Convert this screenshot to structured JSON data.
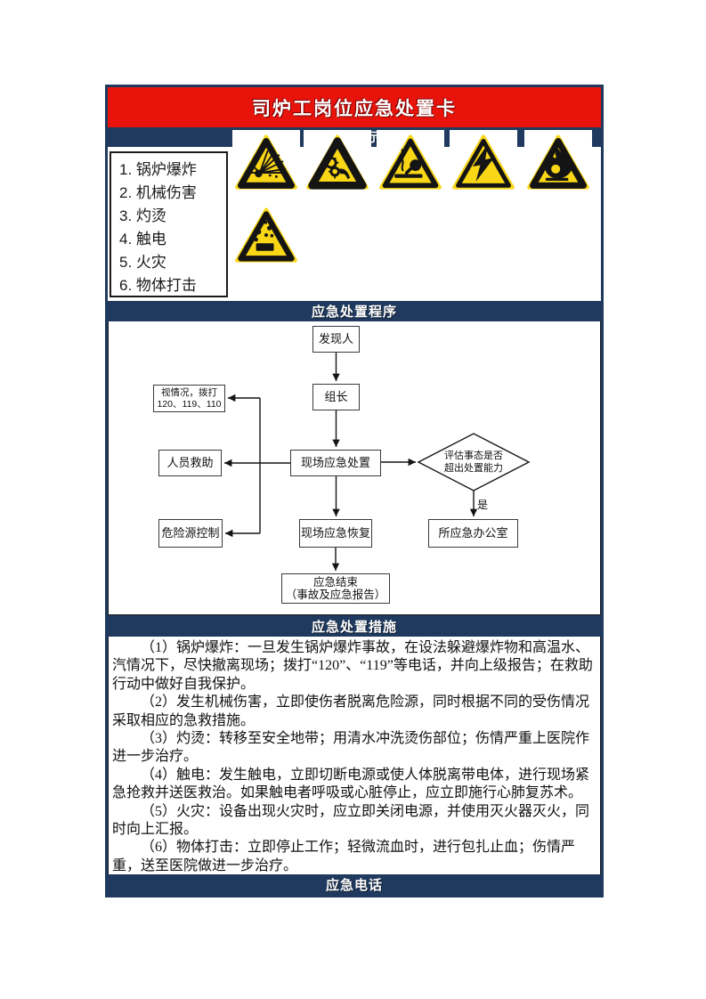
{
  "colors": {
    "header_red": "#e8140c",
    "section_bar_navy": "#1f3a5e",
    "warning_yellow": "#f9d616",
    "warning_black": "#141414"
  },
  "header": {
    "title": "司炉工岗位应急处置卡"
  },
  "hazard_section": {
    "bar_label": "安全提示",
    "list": [
      "1. 锅炉爆炸",
      "2. 机械伤害",
      "3. 灼烫",
      "4. 触电",
      "5. 火灾",
      "6. 物体打击"
    ],
    "icons": [
      "explosion-warning-icon",
      "mechanical-injury-warning-icon",
      "scald-warning-icon",
      "electric-shock-warning-icon",
      "fire-warning-icon",
      "falling-objects-warning-icon"
    ]
  },
  "procedure": {
    "bar_label": "应急处置程序",
    "nodes": {
      "discoverer": "发现人",
      "leader": "组长",
      "call_line1": "视情况，拨打",
      "call_line2": "120、119、110",
      "rescue": "人员救助",
      "onsite": "现场应急处置",
      "decision_line1": "评估事态是否",
      "decision_line2": "超出处置能力",
      "yes_label": "是",
      "hazard_control": "危险源控制",
      "recovery": "现场应急恢复",
      "office": "所应急办公室",
      "end_line1": "应急结束",
      "end_line2": "（事故及应急报告）"
    }
  },
  "measures": {
    "bar_label": "应急处置措施",
    "paragraphs": [
      "（1）锅炉爆炸：一旦发生锅炉爆炸事故，在设法躲避爆炸物和高温水、汽情况下，尽快撤离现场；拨打“120”、“119”等电话，并向上级报告；在救助行动中做好自我保护。",
      "（2）发生机械伤害，立即使伤者脱离危险源，同时根据不同的受伤情况采取相应的急救措施。",
      "（3）灼烫：转移至安全地带；用清水冲洗烫伤部位；伤情严重上医院作进一步治疗。",
      "（4）触电：发生触电，立即切断电源或使人体脱离带电体，进行现场紧急抢救并送医救治。如果触电者呼吸或心脏停止，应立即施行心肺复苏术。",
      "（5）火灾：设备出现火灾时，应立即关闭电源，并使用灭火器灭火，同时向上汇报。",
      "（6）物体打击：立即停止工作；轻微流血时，进行包扎止血；伤情严重，送至医院做进一步治疗。"
    ]
  },
  "phone": {
    "bar_label": "应急电话"
  }
}
